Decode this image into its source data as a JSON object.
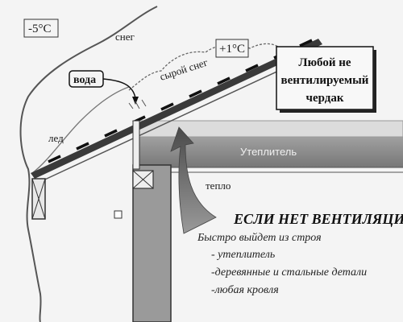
{
  "labels": {
    "temp_outside": "-5°C",
    "temp_roof": "+1°C",
    "snow": "снег",
    "wet_snow": "сырой снег",
    "water": "вода",
    "ice": "лед",
    "insulation": "Утеплитель",
    "heat": "тепло"
  },
  "box": {
    "lines": [
      "Любой не",
      "вентилируемый",
      "чердак"
    ]
  },
  "warning": {
    "title": "ЕСЛИ НЕТ ВЕНТИЛЯЦИИ",
    "subtitle": "Быстро выйдет из строя",
    "items": [
      "- утеплитель",
      "-деревянные и стальные детали",
      "-любая кровля"
    ]
  },
  "colors": {
    "background": "#f4f4f4",
    "insulation": "#8c8c8c",
    "roof": "#3a3a3a",
    "arrow": "#666666"
  }
}
